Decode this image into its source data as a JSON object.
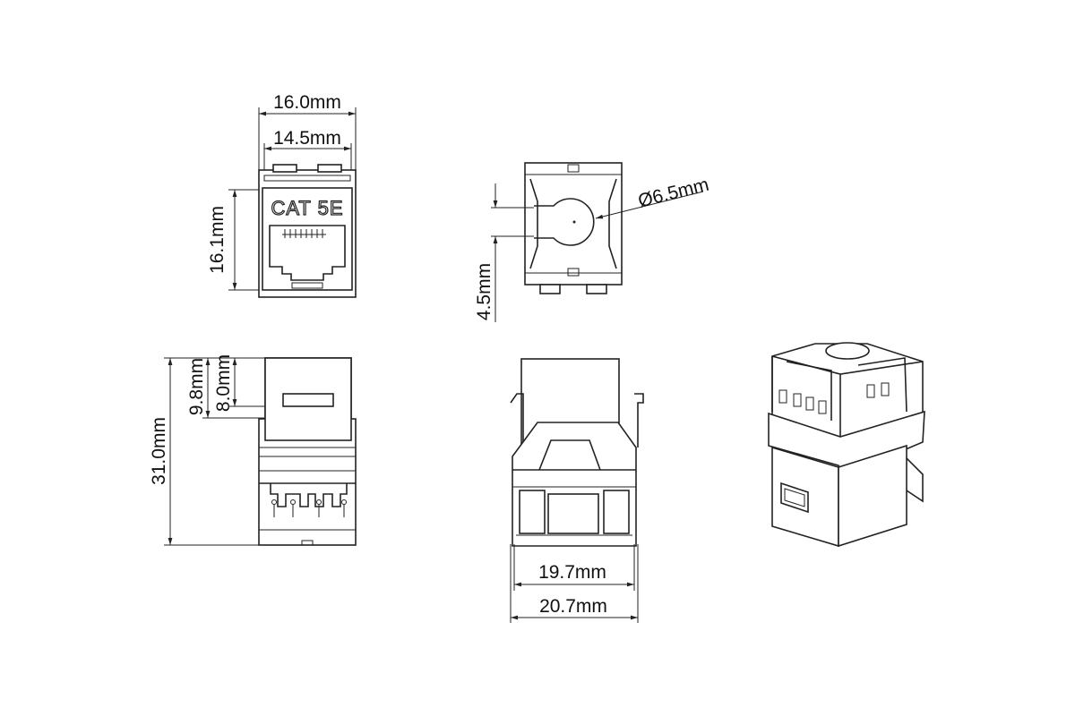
{
  "front_view": {
    "width_outer": "16.0mm",
    "width_inner": "14.5mm",
    "height": "16.1mm",
    "marking": "CAT 5E"
  },
  "rear_view": {
    "hole_diameter": "Ø6.5mm",
    "gap": "4.5mm"
  },
  "side_view": {
    "total_length": "31.0mm",
    "upper_offset_a": "9.8mm",
    "upper_offset_b": "8.0mm"
  },
  "top_view": {
    "inner_width": "19.7mm",
    "outer_width": "20.7mm"
  }
}
